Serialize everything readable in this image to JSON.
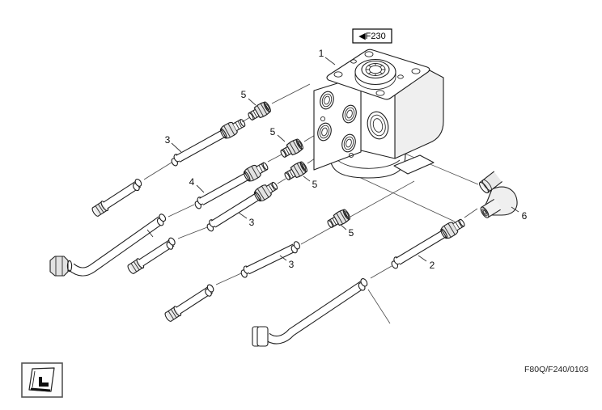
{
  "page": {
    "nav_ref": "◀F230",
    "doc_code": "F80Q/F240/0103"
  },
  "callouts": {
    "valve": "1",
    "pipe_right": "2",
    "pipe_top": "3",
    "pipe_mid": "3",
    "pipe_low": "3",
    "pipe_four": "4",
    "fitting_a": "5",
    "fitting_b": "5",
    "fitting_c": "5",
    "fitting_d": "5",
    "elbow": "6"
  },
  "colors": {
    "background": "#ffffff",
    "line_art": "#1f1f1f",
    "construction_line": "#4a4a4a",
    "metal_shade": "#e2e2e2"
  },
  "icons": {
    "corner_glyph": "cab-seat-icon",
    "nav_arrow": "back-arrow-icon"
  }
}
